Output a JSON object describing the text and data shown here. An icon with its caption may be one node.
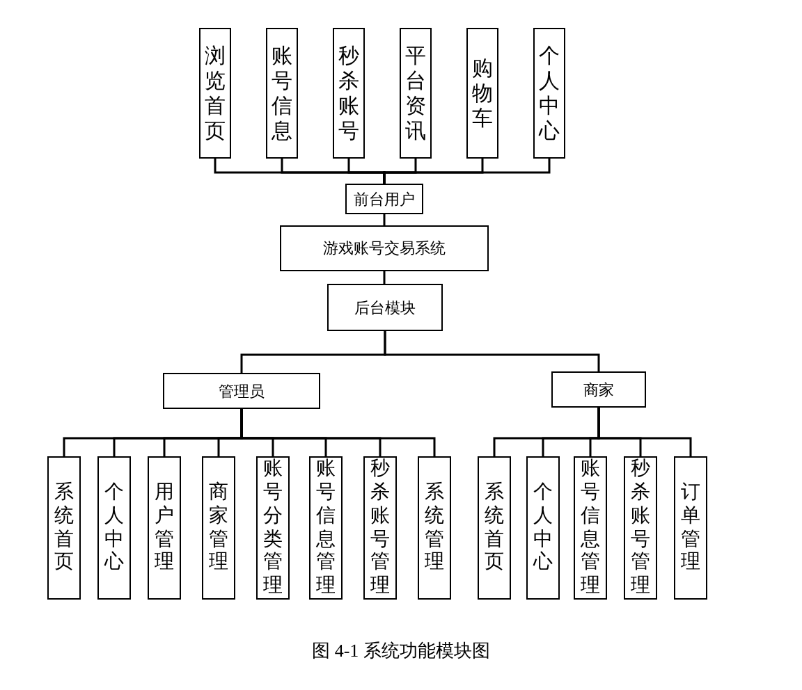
{
  "diagram": {
    "caption": "图 4-1 系统功能模块图",
    "nodes": [
      {
        "text": [
          "浏览首页"
        ]
      },
      {
        "text": [
          "账号信息"
        ]
      },
      {
        "text": [
          "秒杀账号"
        ]
      },
      {
        "text": [
          "平台资讯"
        ]
      },
      {
        "text": [
          "购物车"
        ]
      },
      {
        "text": [
          "个人中心"
        ]
      },
      {
        "text": [
          "前台用户"
        ]
      },
      {
        "text": [
          "游戏账号交易系统"
        ]
      },
      {
        "text": [
          "后台模块"
        ]
      },
      {
        "text": [
          "管理员"
        ]
      },
      {
        "text": [
          "商家"
        ]
      },
      {
        "text": [
          "系统首页"
        ]
      },
      {
        "text": [
          "个人中心"
        ]
      },
      {
        "text": [
          "用户管理"
        ]
      },
      {
        "text": [
          "商家管理"
        ]
      },
      {
        "text": [
          "账号分类管理"
        ]
      },
      {
        "text": [
          "账号信息管理"
        ]
      },
      {
        "text": [
          "秒杀账号管理"
        ]
      },
      {
        "text": [
          "系统管理"
        ]
      },
      {
        "text": [
          "系统首页"
        ]
      },
      {
        "text": [
          "个人中心"
        ]
      },
      {
        "text": [
          "账号信息管理"
        ]
      },
      {
        "text": [
          "秒杀账号管理"
        ]
      },
      {
        "text": [
          "订单管理"
        ]
      }
    ],
    "edges": [
      {
        "from": 6,
        "to": 0,
        "arrow": "none"
      },
      {
        "from": 6,
        "to": 1,
        "arrow": "none"
      },
      {
        "from": 6,
        "to": 2,
        "arrow": "none"
      },
      {
        "from": 6,
        "to": 3,
        "arrow": "none"
      },
      {
        "from": 6,
        "to": 4,
        "arrow": "none"
      },
      {
        "from": 6,
        "to": 5,
        "arrow": "none"
      },
      {
        "from": 6,
        "to": 7,
        "arrow": "none"
      },
      {
        "from": 7,
        "to": 8,
        "arrow": "none"
      },
      {
        "from": 8,
        "to": 9,
        "arrow": "none"
      },
      {
        "from": 8,
        "to": 10,
        "arrow": "none"
      },
      {
        "from": 9,
        "to": 11,
        "arrow": "none"
      },
      {
        "from": 9,
        "to": 12,
        "arrow": "none"
      },
      {
        "from": 9,
        "to": 13,
        "arrow": "none"
      },
      {
        "from": 9,
        "to": 14,
        "arrow": "none"
      },
      {
        "from": 9,
        "to": 15,
        "arrow": "none"
      },
      {
        "from": 9,
        "to": 16,
        "arrow": "none"
      },
      {
        "from": 9,
        "to": 17,
        "arrow": "none"
      },
      {
        "from": 9,
        "to": 18,
        "arrow": "none"
      },
      {
        "from": 10,
        "to": 19,
        "arrow": "none"
      },
      {
        "from": 10,
        "to": 20,
        "arrow": "none"
      },
      {
        "from": 10,
        "to": 21,
        "arrow": "none"
      },
      {
        "from": 10,
        "to": 22,
        "arrow": "none"
      },
      {
        "from": 10,
        "to": 23,
        "arrow": "none"
      }
    ]
  }
}
